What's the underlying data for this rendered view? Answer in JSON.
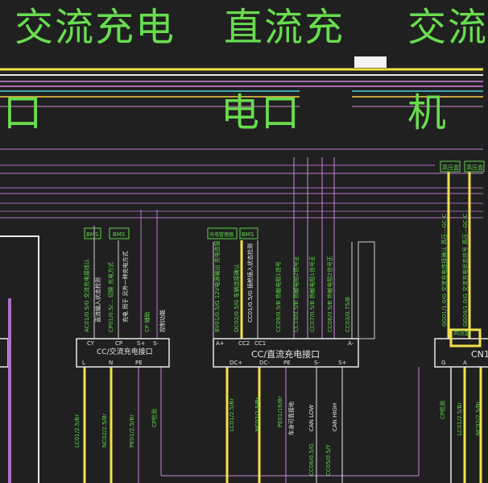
{
  "headings": {
    "ac_charge_port_line1": "交流充电",
    "ac_charge_port_line2": "口",
    "dc_charge_port_line1": "直流充",
    "dc_charge_port_line2": "电口",
    "ac_machine_line1": "交流",
    "ac_machine_line2": "机"
  },
  "ac_port": {
    "title": "CC/交流充电接口",
    "top_pins": [
      "CY",
      "CP",
      "S+",
      "S-"
    ],
    "bottom_pins": [
      "L",
      "N",
      "PE"
    ],
    "tags": [
      "BMS",
      "BMS"
    ],
    "signals": [
      "AC01/0.5/G 交流充电接线认",
      "直流输入状态检测",
      "CP01/0.5/... 切换 充电方式",
      "充电 用于 另外一种充电方式",
      "CP 辅助",
      "控制功能"
    ],
    "wires": [
      "LC01/2.5/Br",
      "NC02/2.5/Br",
      "PE01/2.5/Br",
      "CP检测"
    ]
  },
  "dc_port": {
    "title": "CC/直流充电接口",
    "top_pins": [
      "A+",
      "CC2",
      "CC1",
      "A-"
    ],
    "bottom_pins": [
      "DC+",
      "DC-",
      "PE",
      "S-",
      "S+"
    ],
    "tags": [
      "充电管理器",
      "BMS"
    ],
    "signals": [
      "BV01/0.5/G 12V电源输出 充电连接",
      "DC02/0.5/G 车辆连接确认",
      "CC01/0.5/G 插枪插入状态检测",
      "CC09/0.5/B 热敏电阻1信号",
      "CC10/0.5/B 热敏电阻2信号正",
      "CC07/0.5/B 热敏电阻1信号正",
      "CC06/0.5/B 热敏电阻2信号正",
      "CC03/0.75/B"
    ],
    "wires": [
      "LC01/2.5/Br",
      "NC02/2.5/Br",
      "PE01/16/Br",
      "车身可靠接地",
      "CC06/0.5/G",
      "CC05/0.5/Y",
      "CAN LOW",
      "CAN HIGH"
    ]
  },
  "right_unit": {
    "title": "CN1",
    "pins": [
      "G",
      "A"
    ],
    "tags": [
      "高压盒",
      "高压盒"
    ],
    "signals": [
      "GG01/1.0/G 交流充电连接确认 高压—GC-C",
      "GG04/1.0/G 交流充电状态信号 高压—GC-C"
    ],
    "small_tag": "高压盒",
    "wires": [
      "CP检测",
      "LC01/2.5/Br",
      "NC02/2.5/Br"
    ]
  }
}
